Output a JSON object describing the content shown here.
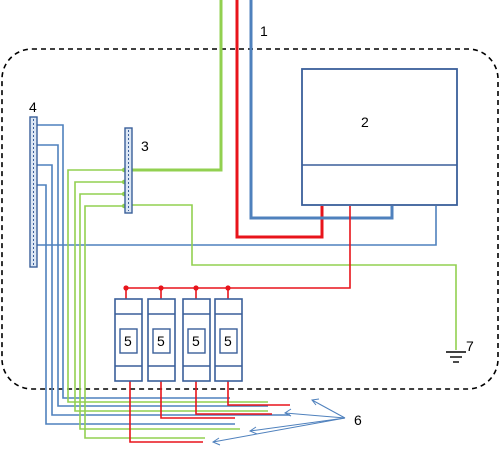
{
  "labels": {
    "cable_in": "1",
    "meter": "2",
    "earth_bar": "3",
    "neutral_bar": "4",
    "breaker_1": "5",
    "breaker_2": "5",
    "breaker_3": "5",
    "breaker_4": "5",
    "outgoing_lines": "6",
    "ground": "7"
  },
  "colors": {
    "phase": "#e8141b",
    "neutral": "#4f81bd",
    "earth": "#92d050",
    "equipment": "#3a5f9a",
    "enclosure": "#000000"
  }
}
